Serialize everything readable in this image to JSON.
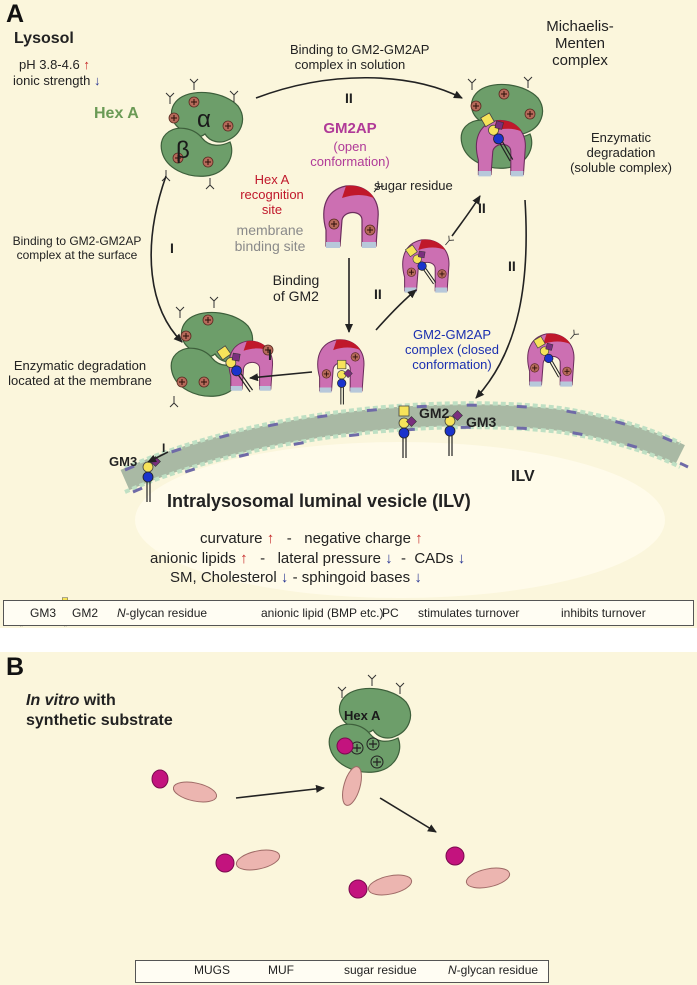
{
  "panelA": {
    "label": "A",
    "lysosome": {
      "title": "Lysosol",
      "ph": "pH 3.8-4.6",
      "ionic": "ionic strength"
    },
    "hexA_label": "Hex A",
    "alpha": "α",
    "beta": "β",
    "top_path": {
      "text1": "Binding to GM2-GM2AP",
      "text2": "complex in solution",
      "numeral": "II"
    },
    "mm": {
      "line1": "Michaelis-",
      "line2": "Menten",
      "line3": "complex"
    },
    "enzymatic_soluble": {
      "line1": "Enzymatic",
      "line2": "degradation",
      "line3": "(soluble complex)"
    },
    "gm2ap": {
      "title": "GM2AP",
      "line1": "(open",
      "line2": "conformation)"
    },
    "hexa_site": {
      "line1": "Hex A",
      "line2": "recognition",
      "line3": "site"
    },
    "sugar_residue": "sugar residue",
    "membrane_site": {
      "line1": "membrane",
      "line2": "binding site"
    },
    "left_path": {
      "text1": "Binding to GM2-GM2AP",
      "text2": "complex at the surface",
      "numeral": "I"
    },
    "binding_gm2": {
      "line1": "Binding",
      "line2": "of GM2"
    },
    "numerals": {
      "ii_a": "II",
      "ii_b": "II",
      "ii_c": "II",
      "i_a": "I",
      "i_b": "I"
    },
    "complex_closed": {
      "line1": "GM2-GM2AP",
      "line2": "complex (closed",
      "line3": "conformation)"
    },
    "membrane_degradation": {
      "line1": "Enzymatic degradation",
      "line2": "located at the membrane"
    },
    "gm3_left": "GM3",
    "gm2_label": "GM2",
    "gm3_right": "GM3",
    "ilv_short": "ILV",
    "ilv_title": "Intralysosomal luminal vesicle (ILV)",
    "factors": {
      "row1_a": "curvature",
      "row1_sep": "-",
      "row1_b": "negative charge",
      "row2_a": "anionic lipids",
      "row2_sep1": "-",
      "row2_b": "lateral pressure",
      "row2_sep2": "-",
      "row2_c": "CADs",
      "row3_a": "SM, Cholesterol",
      "row3_sep": "- sphingoid bases"
    },
    "legend": {
      "gm3": "GM3",
      "gm2": "GM2",
      "nglycan_prefix": "N",
      "nglycan_rest": "-glycan residue",
      "anionic": "anionic lipid (BMP etc.)",
      "pc": "PC",
      "stimulates": "stimulates turnover",
      "inhibits": "inhibits turnover"
    }
  },
  "panelB": {
    "label": "B",
    "title_italic": "In vitro",
    "title_rest": " with",
    "title_line2": "synthetic substrate",
    "hexA_label": "Hex A",
    "legend": {
      "mugs": "MUGS",
      "muf": "MUF",
      "sugar": "sugar residue",
      "nglycan_prefix": "N",
      "nglycan_rest": "-glycan residue"
    }
  },
  "colors": {
    "background": "#fbf6dc",
    "hexA_green": "#6d9e6a",
    "gm2ap_pink": "#cc6fb2",
    "gm2ap_red_site": "#c0182b",
    "membrane_site_blue": "#b7c8da",
    "stimulate_arrow": "#c62828",
    "inhibit_arrow": "#283593",
    "muf_magenta": "#c3137e",
    "sugar_pink": "#ecb5b0",
    "hexA_label_green": "#6a9a55",
    "gm2ap_title": "#b03a98",
    "hexa_site_text": "#c0182b",
    "membrane_site_text": "#8a8a8a",
    "closed_complex_text": "#1a2fb0"
  },
  "icons": [
    "n-glycan-icon",
    "gm2-icon",
    "gm3-icon",
    "bmp-lipid-icon",
    "pc-lipid-icon",
    "up-arrow-icon",
    "down-arrow-icon",
    "plus-charge-icon"
  ]
}
